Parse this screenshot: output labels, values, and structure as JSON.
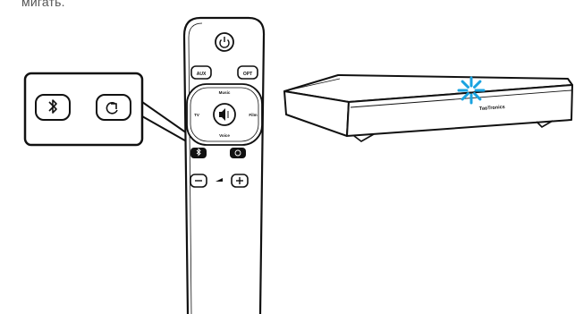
{
  "caption_text": "мигать.",
  "remote": {
    "aux_label": "AUX",
    "opt_label": "OPT",
    "up_label": "Music",
    "left_label": "TV",
    "right_label": "Film",
    "down_label": "Voice"
  },
  "soundbar": {
    "brand_label": "TaoTronics",
    "indicator_color": "#1aa3e0"
  },
  "icons": {
    "power": "power-icon",
    "bluetooth": "bluetooth-icon",
    "sync": "sync-icon",
    "mute": "mute-icon",
    "minus": "minus-icon",
    "plus": "plus-icon"
  }
}
